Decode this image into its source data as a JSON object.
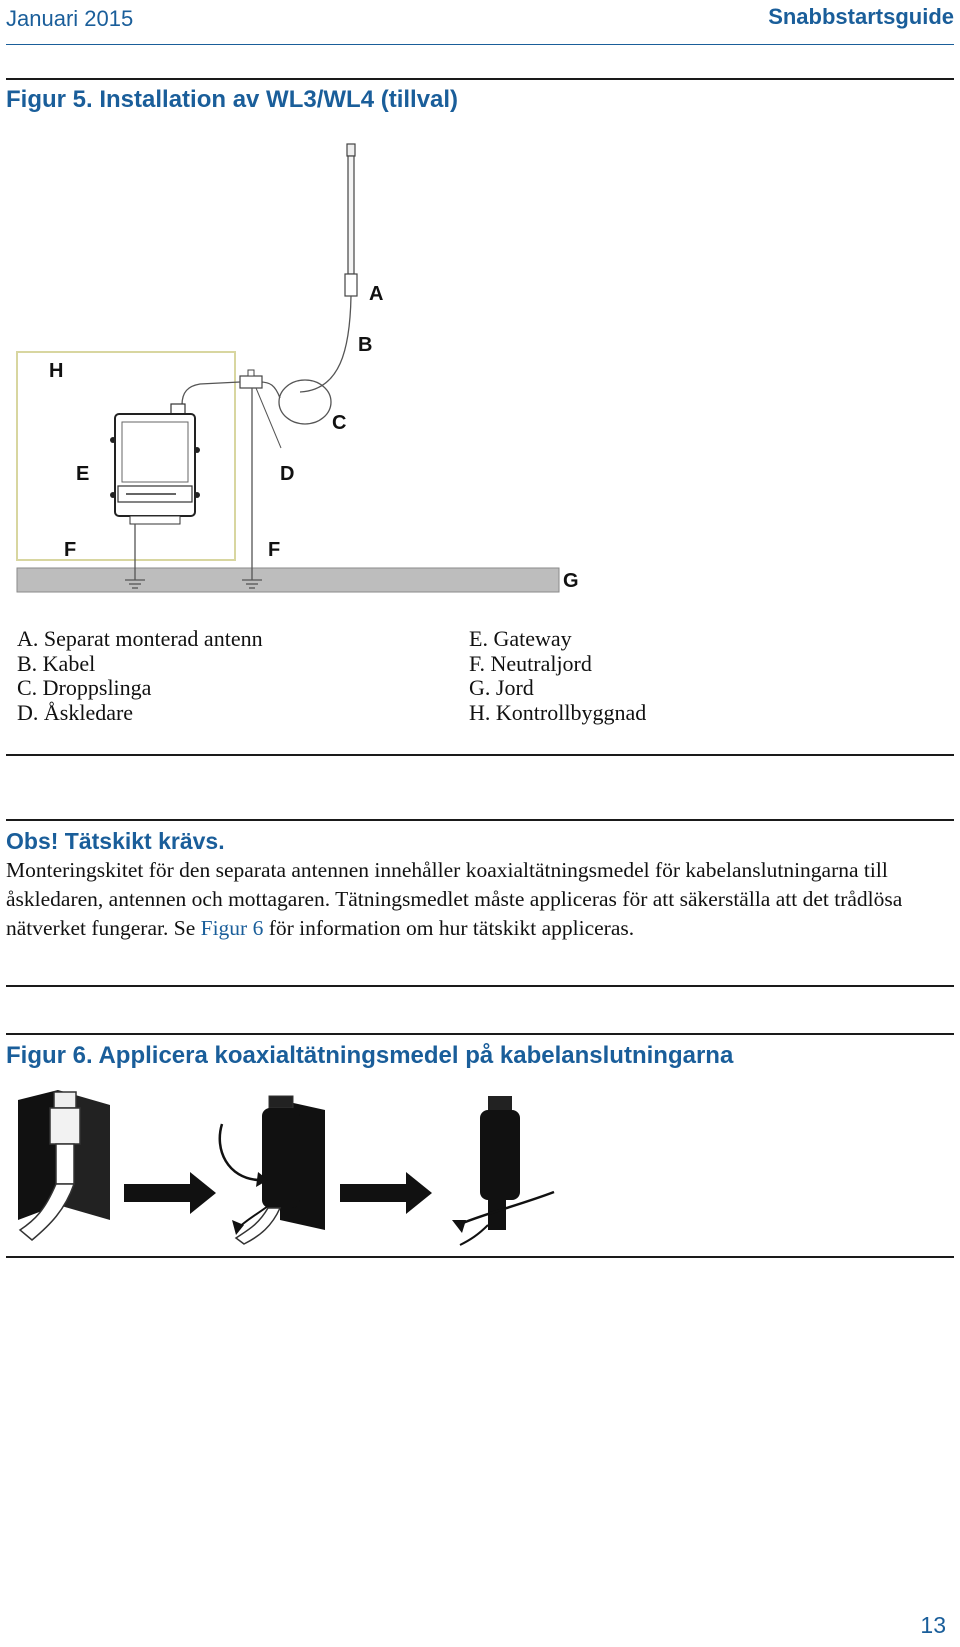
{
  "header": {
    "date": "Januari 2015",
    "doc_type": "Snabbstartsguide"
  },
  "figure5": {
    "title": "Figur 5. Installation av WL3/WL4 (tillval)",
    "callouts": {
      "A": "A",
      "B": "B",
      "C": "C",
      "D": "D",
      "E": "E",
      "F1": "F",
      "F2": "F",
      "G": "G",
      "H": "H"
    },
    "legend_left": [
      "A. Separat monterad antenn",
      "B. Kabel",
      "C. Droppslinga",
      "D. Åskledare"
    ],
    "legend_right": [
      "E. Gateway",
      "F. Neutraljord",
      "G. Jord",
      "H. Kontrollbyggnad"
    ]
  },
  "note": {
    "title": "Obs! Tätskikt krävs.",
    "body_before_link": "Monteringskitet för den separata antennen innehåller koaxialtätningsmedel för kabelanslutningarna till åskledaren, antennen och mottagaren. Tätningsmedlet måste appliceras för att säkerställa att det trådlösa nätverket fungerar. Se ",
    "link": "Figur 6",
    "body_after_link": " för information om hur tätskikt appliceras."
  },
  "figure6": {
    "title": "Figur 6. Applicera koaxialtätningsmedel på kabelanslutningarna"
  },
  "page_number": "13",
  "colors": {
    "accent": "#1a5e9a",
    "rule": "#1a1a1a",
    "ground": "#b9b9b9"
  }
}
